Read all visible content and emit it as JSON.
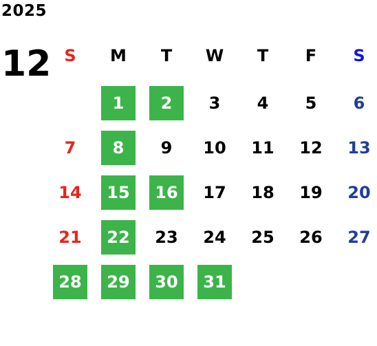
{
  "year": "2025",
  "month": "12",
  "weekdays": [
    {
      "label": "S",
      "color": "#e8241c"
    },
    {
      "label": "M",
      "color": "#000000"
    },
    {
      "label": "T",
      "color": "#000000"
    },
    {
      "label": "W",
      "color": "#000000"
    },
    {
      "label": "T",
      "color": "#000000"
    },
    {
      "label": "F",
      "color": "#000000"
    },
    {
      "label": "S",
      "color": "#0b1ad6"
    }
  ],
  "colors": {
    "sunday": "#e8241c",
    "saturday": "#1f3f9a",
    "weekday": "#000000",
    "highlight_bg": "#3cb44a",
    "highlight_text": "#ffffff"
  },
  "first_weekday_index": 1,
  "days": [
    {
      "day": "1",
      "highlighted": true
    },
    {
      "day": "2",
      "highlighted": true
    },
    {
      "day": "3",
      "highlighted": false
    },
    {
      "day": "4",
      "highlighted": false
    },
    {
      "day": "5",
      "highlighted": false
    },
    {
      "day": "6",
      "highlighted": false
    },
    {
      "day": "7",
      "highlighted": false
    },
    {
      "day": "8",
      "highlighted": true
    },
    {
      "day": "9",
      "highlighted": false
    },
    {
      "day": "10",
      "highlighted": false
    },
    {
      "day": "11",
      "highlighted": false
    },
    {
      "day": "12",
      "highlighted": false
    },
    {
      "day": "13",
      "highlighted": false
    },
    {
      "day": "14",
      "highlighted": false
    },
    {
      "day": "15",
      "highlighted": true
    },
    {
      "day": "16",
      "highlighted": true
    },
    {
      "day": "17",
      "highlighted": false
    },
    {
      "day": "18",
      "highlighted": false
    },
    {
      "day": "19",
      "highlighted": false
    },
    {
      "day": "20",
      "highlighted": false
    },
    {
      "day": "21",
      "highlighted": false
    },
    {
      "day": "22",
      "highlighted": true
    },
    {
      "day": "23",
      "highlighted": false
    },
    {
      "day": "24",
      "highlighted": false
    },
    {
      "day": "25",
      "highlighted": false
    },
    {
      "day": "26",
      "highlighted": false
    },
    {
      "day": "27",
      "highlighted": false
    },
    {
      "day": "28",
      "highlighted": true
    },
    {
      "day": "29",
      "highlighted": true
    },
    {
      "day": "30",
      "highlighted": true
    },
    {
      "day": "31",
      "highlighted": true
    }
  ]
}
